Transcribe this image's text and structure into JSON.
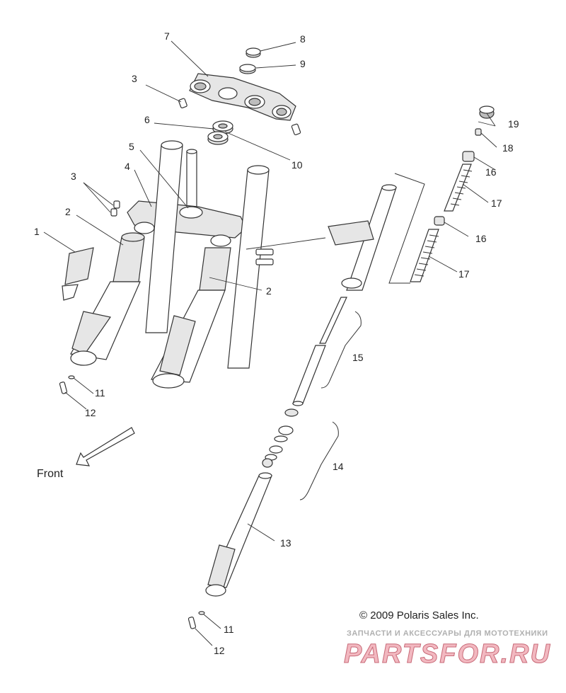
{
  "diagram": {
    "callouts": [
      {
        "id": "c1",
        "text": "1"
      },
      {
        "id": "c2a",
        "text": "2"
      },
      {
        "id": "c2b",
        "text": "2"
      },
      {
        "id": "c3a",
        "text": "3"
      },
      {
        "id": "c3b",
        "text": "3"
      },
      {
        "id": "c4",
        "text": "4"
      },
      {
        "id": "c5",
        "text": "5"
      },
      {
        "id": "c6",
        "text": "6"
      },
      {
        "id": "c7",
        "text": "7"
      },
      {
        "id": "c8",
        "text": "8"
      },
      {
        "id": "c9",
        "text": "9"
      },
      {
        "id": "c10",
        "text": "10"
      },
      {
        "id": "c11a",
        "text": "11"
      },
      {
        "id": "c11b",
        "text": "11"
      },
      {
        "id": "c12a",
        "text": "12"
      },
      {
        "id": "c12b",
        "text": "12"
      },
      {
        "id": "c13",
        "text": "13"
      },
      {
        "id": "c14",
        "text": "14"
      },
      {
        "id": "c15",
        "text": "15"
      },
      {
        "id": "c16a",
        "text": "16"
      },
      {
        "id": "c16b",
        "text": "16"
      },
      {
        "id": "c17a",
        "text": "17"
      },
      {
        "id": "c17b",
        "text": "17"
      },
      {
        "id": "c18",
        "text": "18"
      },
      {
        "id": "c19",
        "text": "19"
      }
    ],
    "front_label": "Front",
    "copyright": "© 2009 Polaris Sales Inc.",
    "watermark_caption": "ЗАПЧАСТИ И АКСЕССУАРЫ ДЛЯ МОТОТЕХНИКИ",
    "watermark_logo": "PARTSFOR.RU"
  }
}
